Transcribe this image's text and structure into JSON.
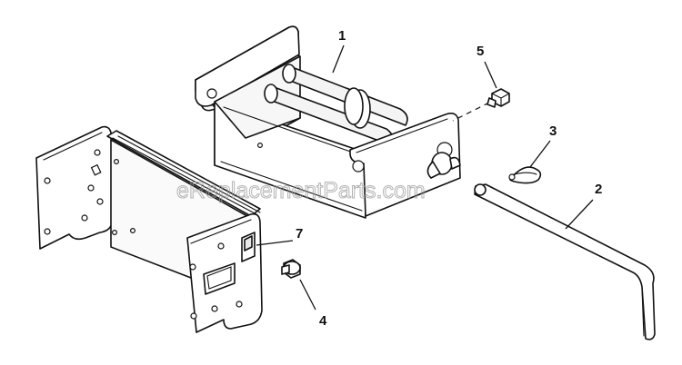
{
  "callouts": {
    "c1": "1",
    "c2": "2",
    "c3": "3",
    "c4": "4",
    "c5": "5",
    "c7": "7"
  },
  "watermark": "eReplacementParts.com",
  "colors": {
    "line": "#111111",
    "background": "#ffffff",
    "watermark": "#9a9a9a"
  },
  "parts": [
    {
      "callout": "1",
      "name": "hose-reel-frame"
    },
    {
      "callout": "2",
      "name": "crank-handle-rod"
    },
    {
      "callout": "3",
      "name": "hairpin-clip"
    },
    {
      "callout": "4",
      "name": "shoulder-bolt"
    },
    {
      "callout": "5",
      "name": "screw"
    },
    {
      "callout": "7",
      "name": "latch"
    }
  ]
}
